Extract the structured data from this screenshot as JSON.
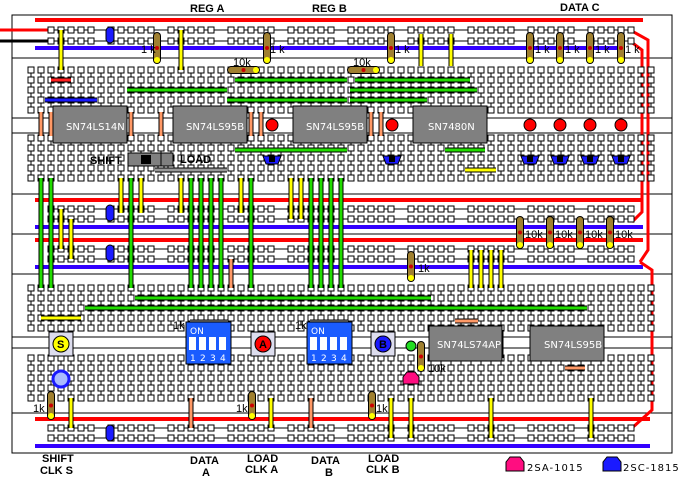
{
  "top_labels": {
    "reg_a": "REG  A",
    "reg_b": "REG  B",
    "data_c": "DATA C"
  },
  "ics": [
    {
      "label": "SN74LS14N"
    },
    {
      "label": "SN74LS95B"
    },
    {
      "label": "SN74LS95B"
    },
    {
      "label": "SN7480N"
    },
    {
      "label": "SN74LS74AP"
    },
    {
      "label": "SN74LS95B"
    }
  ],
  "mode_switch": {
    "left_label": "SHIFT",
    "right_label": "LOAD"
  },
  "resistor_labels": {
    "top": [
      "1 k",
      "1 k",
      "1 k",
      "1 k",
      "1 k",
      "1 k",
      "1 k"
    ],
    "top_10k": [
      "10k",
      "10k"
    ],
    "middle_10k": [
      "10k",
      "10k",
      "10k",
      "10k"
    ],
    "middle_1k": "1k",
    "dip_1k": [
      "1k",
      "1k"
    ],
    "bottom_1k": [
      "1k",
      "1k",
      "1k"
    ],
    "bottom_10k": "10k"
  },
  "dip_switches": {
    "on_label": "ON",
    "numbers": [
      "1",
      "2",
      "3",
      "4"
    ]
  },
  "buttons": {
    "shift": "S",
    "load_a": "A",
    "load_b": "B"
  },
  "bottom_labels": {
    "shift_clk": [
      "SHIFT",
      "CLK  S"
    ],
    "data_a": [
      "DATA",
      "A"
    ],
    "load_clk_a": [
      "LOAD",
      "CLK A"
    ],
    "data_b": [
      "DATA",
      "B"
    ],
    "load_clk_b": [
      "LOAD",
      "CLK B"
    ]
  },
  "legend": [
    {
      "label": "2SA-1015",
      "color": "#ff0d80"
    },
    {
      "label": "2SC-1815",
      "color": "#1a1aff"
    }
  ],
  "colors": {
    "rail_plus": "#ff0000",
    "rail_minus": "#3300ff",
    "wire_green": "#22dd00",
    "wire_yellow": "#ffff00",
    "ic_body": "#808080"
  }
}
